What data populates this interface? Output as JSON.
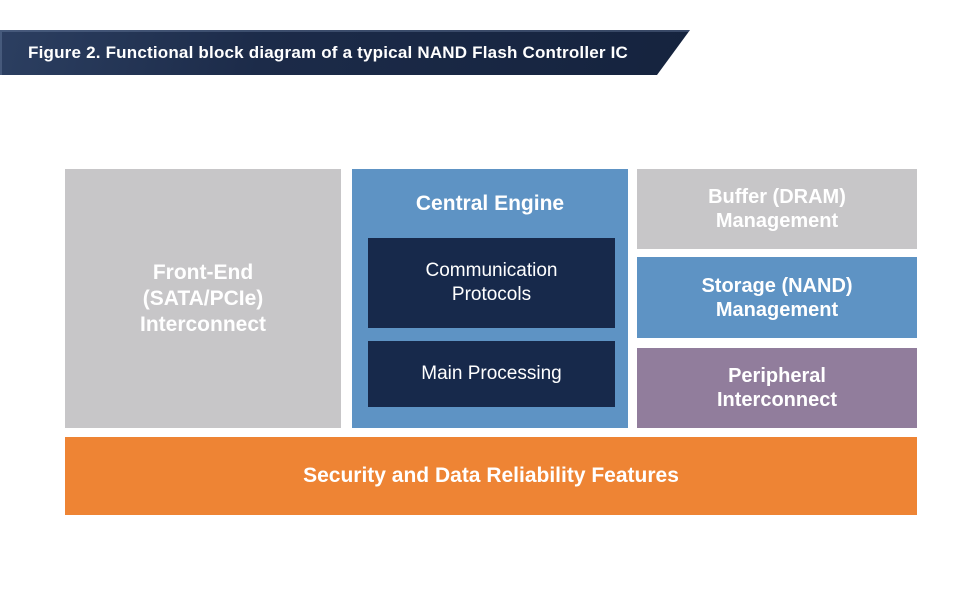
{
  "banner": {
    "caption": "Figure 2. Functional block diagram of a typical NAND Flash Controller IC"
  },
  "diagram": {
    "front_end": {
      "label": "Front-End\n(SATA/PCIe)\nInterconnect",
      "color": "#c7c6c8"
    },
    "central_engine": {
      "title": "Central Engine",
      "color": "#5e93c4",
      "children": [
        {
          "label": "Communication\nProtocols",
          "color": "#17294b"
        },
        {
          "label": "Main Processing",
          "color": "#17294b"
        }
      ]
    },
    "buffer": {
      "label": "Buffer (DRAM)\nManagement",
      "color": "#c7c6c8"
    },
    "storage": {
      "label": "Storage (NAND)\nManagement",
      "color": "#5e93c4"
    },
    "peripheral": {
      "label": "Peripheral\nInterconnect",
      "color": "#917d9c"
    },
    "security": {
      "label": "Security and Data Reliability Features",
      "color": "#ee8434"
    }
  },
  "colors": {
    "banner_navy": "#1c2b49",
    "block_gray": "#c7c6c8",
    "block_blue": "#5e93c4",
    "block_navy": "#17294b",
    "block_purple": "#917d9c",
    "block_orange": "#ee8434",
    "text": "#ffffff",
    "background": "#ffffff"
  }
}
